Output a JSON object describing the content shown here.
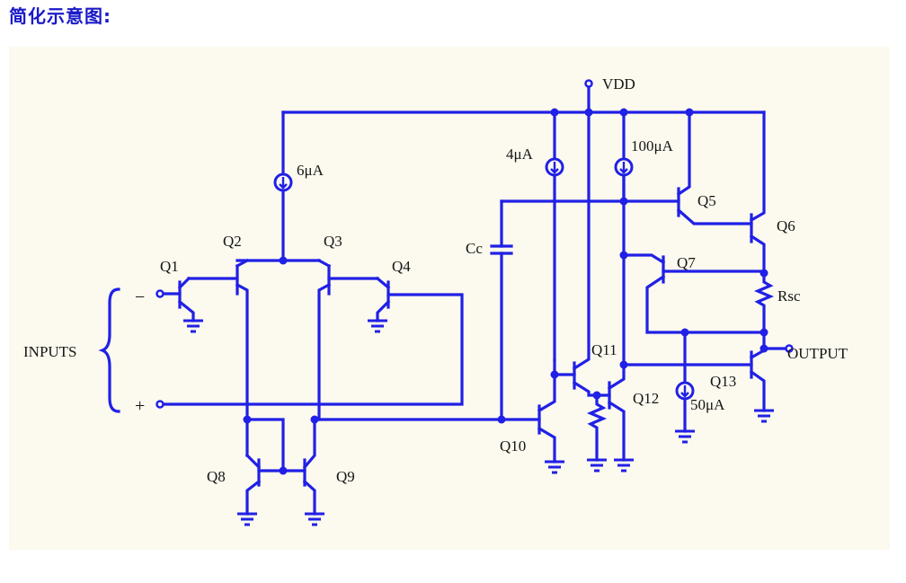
{
  "page": {
    "title": "简化示意图:"
  },
  "labels": {
    "vdd": "VDD",
    "i_6ua": "6μA",
    "i_4ua": "4μA",
    "i_100ua": "100μA",
    "i_50ua": "50μA",
    "cc": "Cc",
    "rsc": "Rsc",
    "inputs": "INPUTS",
    "output": "OUTPUT",
    "minus": "−",
    "plus": "+"
  },
  "transistors": {
    "q1": "Q1",
    "q2": "Q2",
    "q3": "Q3",
    "q4": "Q4",
    "q5": "Q5",
    "q6": "Q6",
    "q7": "Q7",
    "q8": "Q8",
    "q9": "Q9",
    "q10": "Q10",
    "q11": "Q11",
    "q12": "Q12",
    "q13": "Q13"
  },
  "colors": {
    "wire": "#2020e6",
    "text": "#151515",
    "title": "#1a1ac8",
    "background": "#fcf9ee"
  }
}
